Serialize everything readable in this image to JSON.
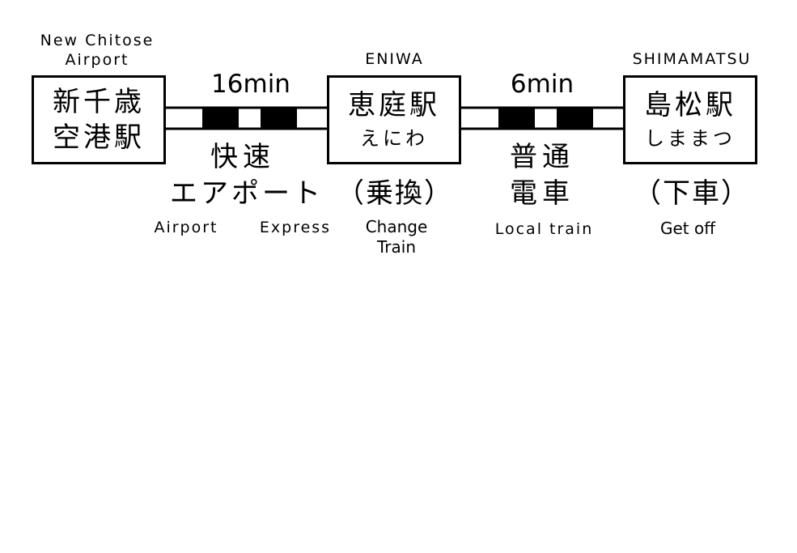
{
  "stations": [
    {
      "id": "new-chitose",
      "english": [
        "New Chitose",
        "Airport"
      ],
      "kanji": [
        "新千歳",
        "空港駅"
      ],
      "kana": ""
    },
    {
      "id": "eniwa",
      "english": [
        "ENIWA"
      ],
      "kanji": [
        "恵庭駅"
      ],
      "kana": "えにわ"
    },
    {
      "id": "shimamatsu",
      "english": [
        "SHIMAMATSU"
      ],
      "kanji": [
        "島松駅"
      ],
      "kana": "しままつ"
    }
  ],
  "segments": [
    {
      "duration": "16min",
      "service_jp": [
        "快速",
        "エアポート"
      ],
      "service_en_left": "Airport",
      "service_en_right": "Express"
    },
    {
      "duration": "6min",
      "service_jp": [
        "普通",
        "電車"
      ],
      "service_en": "Local train"
    }
  ],
  "actions": {
    "change_jp": "（乗換）",
    "change_en": [
      "Change",
      "Train"
    ],
    "getoff_jp": "（下車）",
    "getoff_en": "Get off"
  },
  "colors": {
    "line": "#000000",
    "background": "#ffffff"
  }
}
